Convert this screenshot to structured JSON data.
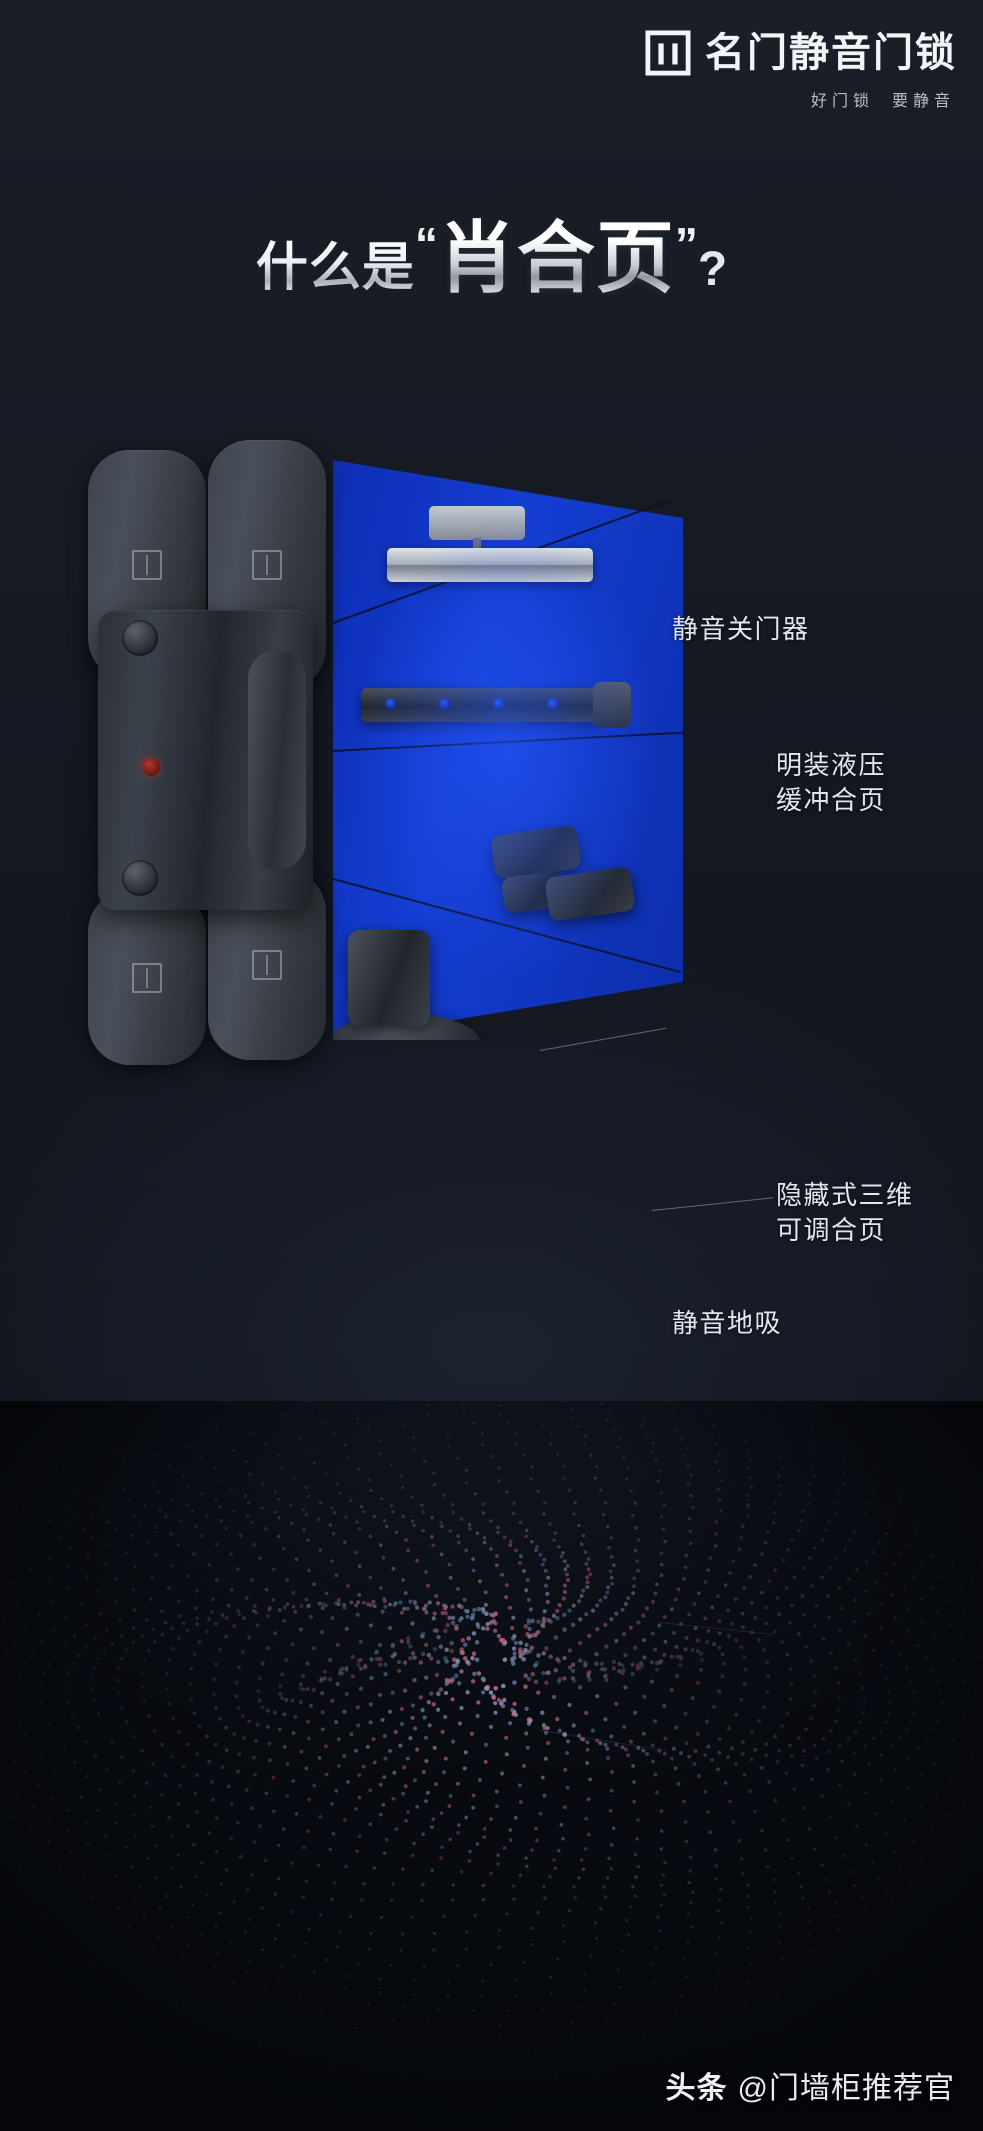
{
  "brand": {
    "logo_icon": "mingmen-monogram-icon",
    "name": "名门静音门锁",
    "slogan_left": "好门锁",
    "slogan_right": "要静音"
  },
  "headline": {
    "prefix": "什么是",
    "quote_open": "“",
    "keyword": "肖合页",
    "quote_close": "”",
    "question_mark": "?"
  },
  "product": {
    "hero_name": "hidden-3d-adjustable-hinge",
    "fan_color": "#1440e0",
    "callouts": [
      {
        "id": "silent-door-closer",
        "label": "静音关门器"
      },
      {
        "id": "surface-hydraulic-hinge",
        "label": "明装液压\n缓冲合页"
      },
      {
        "id": "hidden-3d-adjustable-hinge",
        "label": "隐藏式三维\n可调合页"
      },
      {
        "id": "silent-floor-stopper",
        "label": "静音地吸"
      }
    ]
  },
  "footer": {
    "platform": "头条",
    "account": "@门墙柜推荐官"
  },
  "colors": {
    "background": "#12151c",
    "accent_blue": "#1440e0",
    "text_primary": "#e8eaee",
    "text_secondary": "#b9bec9"
  }
}
